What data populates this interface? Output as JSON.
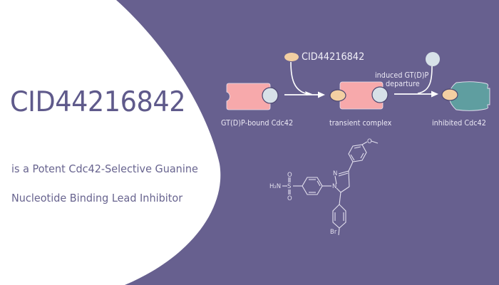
{
  "colors": {
    "background_purple": "#67608f",
    "white_panel": "#ffffff",
    "title_text": "#5f5a8b",
    "subtitle_text": "#68648f",
    "protein_pink": "#f7a9ab",
    "gtp_circle": "#d7e1e8",
    "inhibitor_oval": "#f3cfa2",
    "inhibited_teal": "#5f9ea0",
    "diagram_text": "#ece9f5"
  },
  "header": {
    "title": "CID44216842",
    "subtitle_line1": "is a Potent Cdc42-Selective Guanine",
    "subtitle_line2": "Nucleotide Binding Lead Inhibitor"
  },
  "diagram": {
    "inhibitor_label": "CID44216842",
    "stage1_label": "GT(D)P-bound Cdc42",
    "stage2_label": "transient complex",
    "stage3_label": "inhibited Cdc42",
    "departure_label_line1": "induced GT(D)P",
    "departure_label_line2": "departure"
  },
  "structure": {
    "amine_label": "H₂N",
    "sulfur_label": "S",
    "oxygen_top": "O",
    "oxygen_bottom": "O",
    "nitrogen1": "N",
    "nitrogen2": "N",
    "methoxy_oxygen": "O",
    "bromine_label": "Br"
  }
}
